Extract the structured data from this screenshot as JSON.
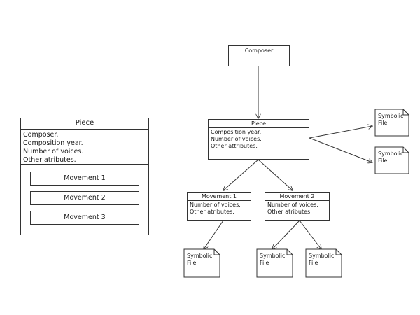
{
  "left": {
    "title": "Piece",
    "attributes": [
      "Composer.",
      "Composition year.",
      "Number of voices.",
      "Other atributes."
    ],
    "movements": [
      "Movement 1",
      "Movement 2",
      "Movement 3"
    ]
  },
  "right": {
    "composer": "Composer",
    "piece": {
      "title": "Piece",
      "attributes": [
        "Composition year.",
        "Number of voices.",
        "Other attributes."
      ]
    },
    "movement1": {
      "title": "Movement 1",
      "attributes": [
        "Number of voices.",
        "Other atributes."
      ]
    },
    "movement2": {
      "title": "Movement 2",
      "attributes": [
        "Number of voices.",
        "Other atributes."
      ]
    },
    "symbolic_file": {
      "line1": "Symbolic",
      "line2": "File"
    }
  },
  "colors": {
    "stroke": "#333333",
    "background": "#ffffff"
  }
}
